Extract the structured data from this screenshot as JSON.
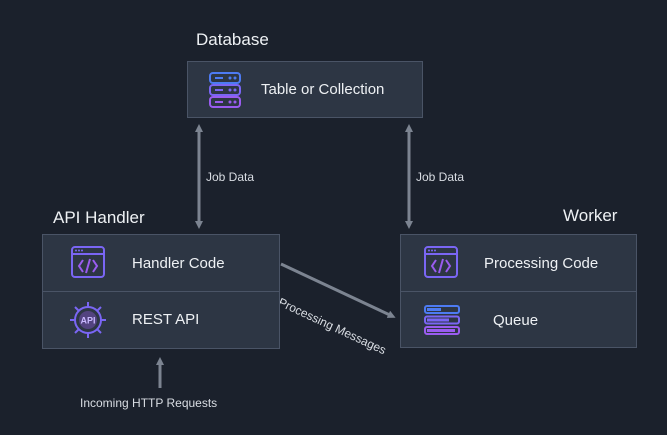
{
  "database": {
    "title": "Database",
    "item_label": "Table or Collection"
  },
  "api_handler": {
    "title": "API Handler",
    "rows": [
      {
        "label": "Handler Code",
        "icon": "code-window-icon"
      },
      {
        "label": "REST API",
        "icon": "api-gear-icon"
      }
    ]
  },
  "worker": {
    "title": "Worker",
    "rows": [
      {
        "label": "Processing Code",
        "icon": "code-window-icon"
      },
      {
        "label": "Queue",
        "icon": "queue-icon"
      }
    ]
  },
  "edges": {
    "left_job_data": "Job Data",
    "right_job_data": "Job Data",
    "processing_messages": "Processing Messages",
    "incoming": "Incoming HTTP Requests"
  },
  "colors": {
    "background": "#1b212c",
    "box_fill": "#2d3644",
    "box_border": "#4a5466",
    "arrow": "#7c8491",
    "icon_purple": "#9a5cf0",
    "icon_blue": "#4d7bf3"
  }
}
